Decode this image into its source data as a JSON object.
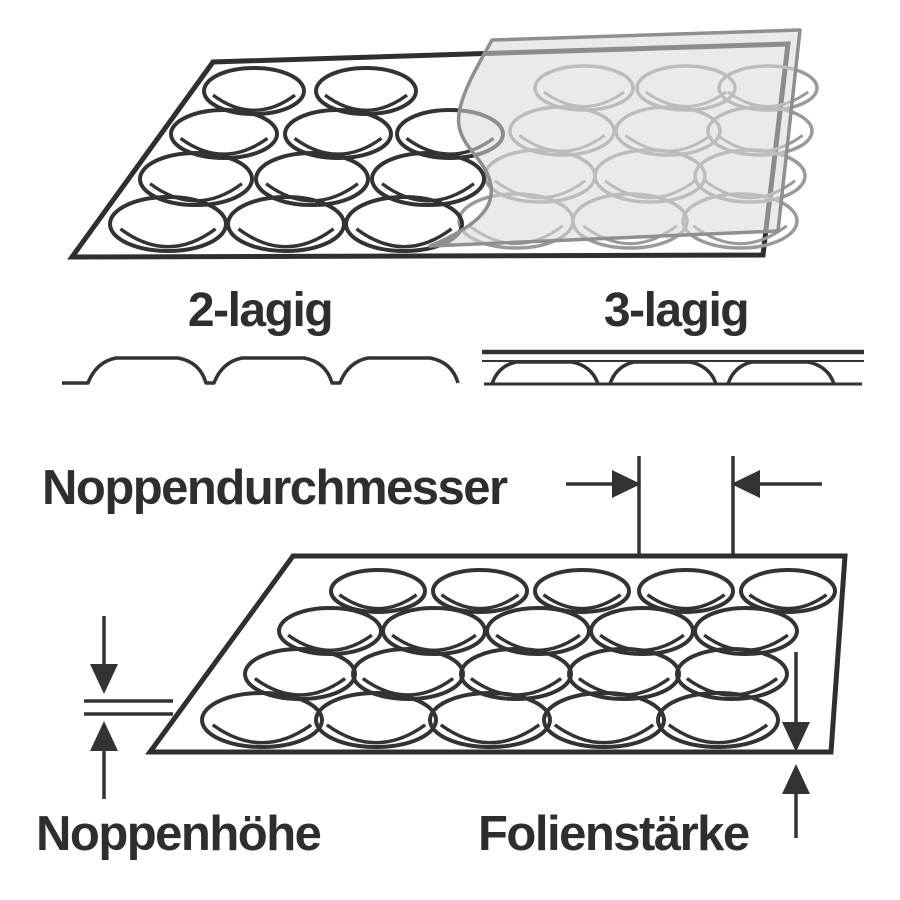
{
  "diagram": {
    "title": "bubble-wrap-foil-diagram",
    "labels": {
      "two_layer": "2-lagig",
      "three_layer": "3-lagig",
      "bubble_diameter": "Noppendurchmesser",
      "bubble_height": "Noppenhöhe",
      "film_thickness": "Folienstärke"
    },
    "colors": {
      "ink": "#333333",
      "sheet_outline": "#2f2f2f",
      "light_bubble": "#9a9a9a",
      "film_fill": "#d9d9d9",
      "film_edge": "#8f8f8f",
      "background": "#ffffff",
      "text": "#2e2e2e"
    }
  }
}
